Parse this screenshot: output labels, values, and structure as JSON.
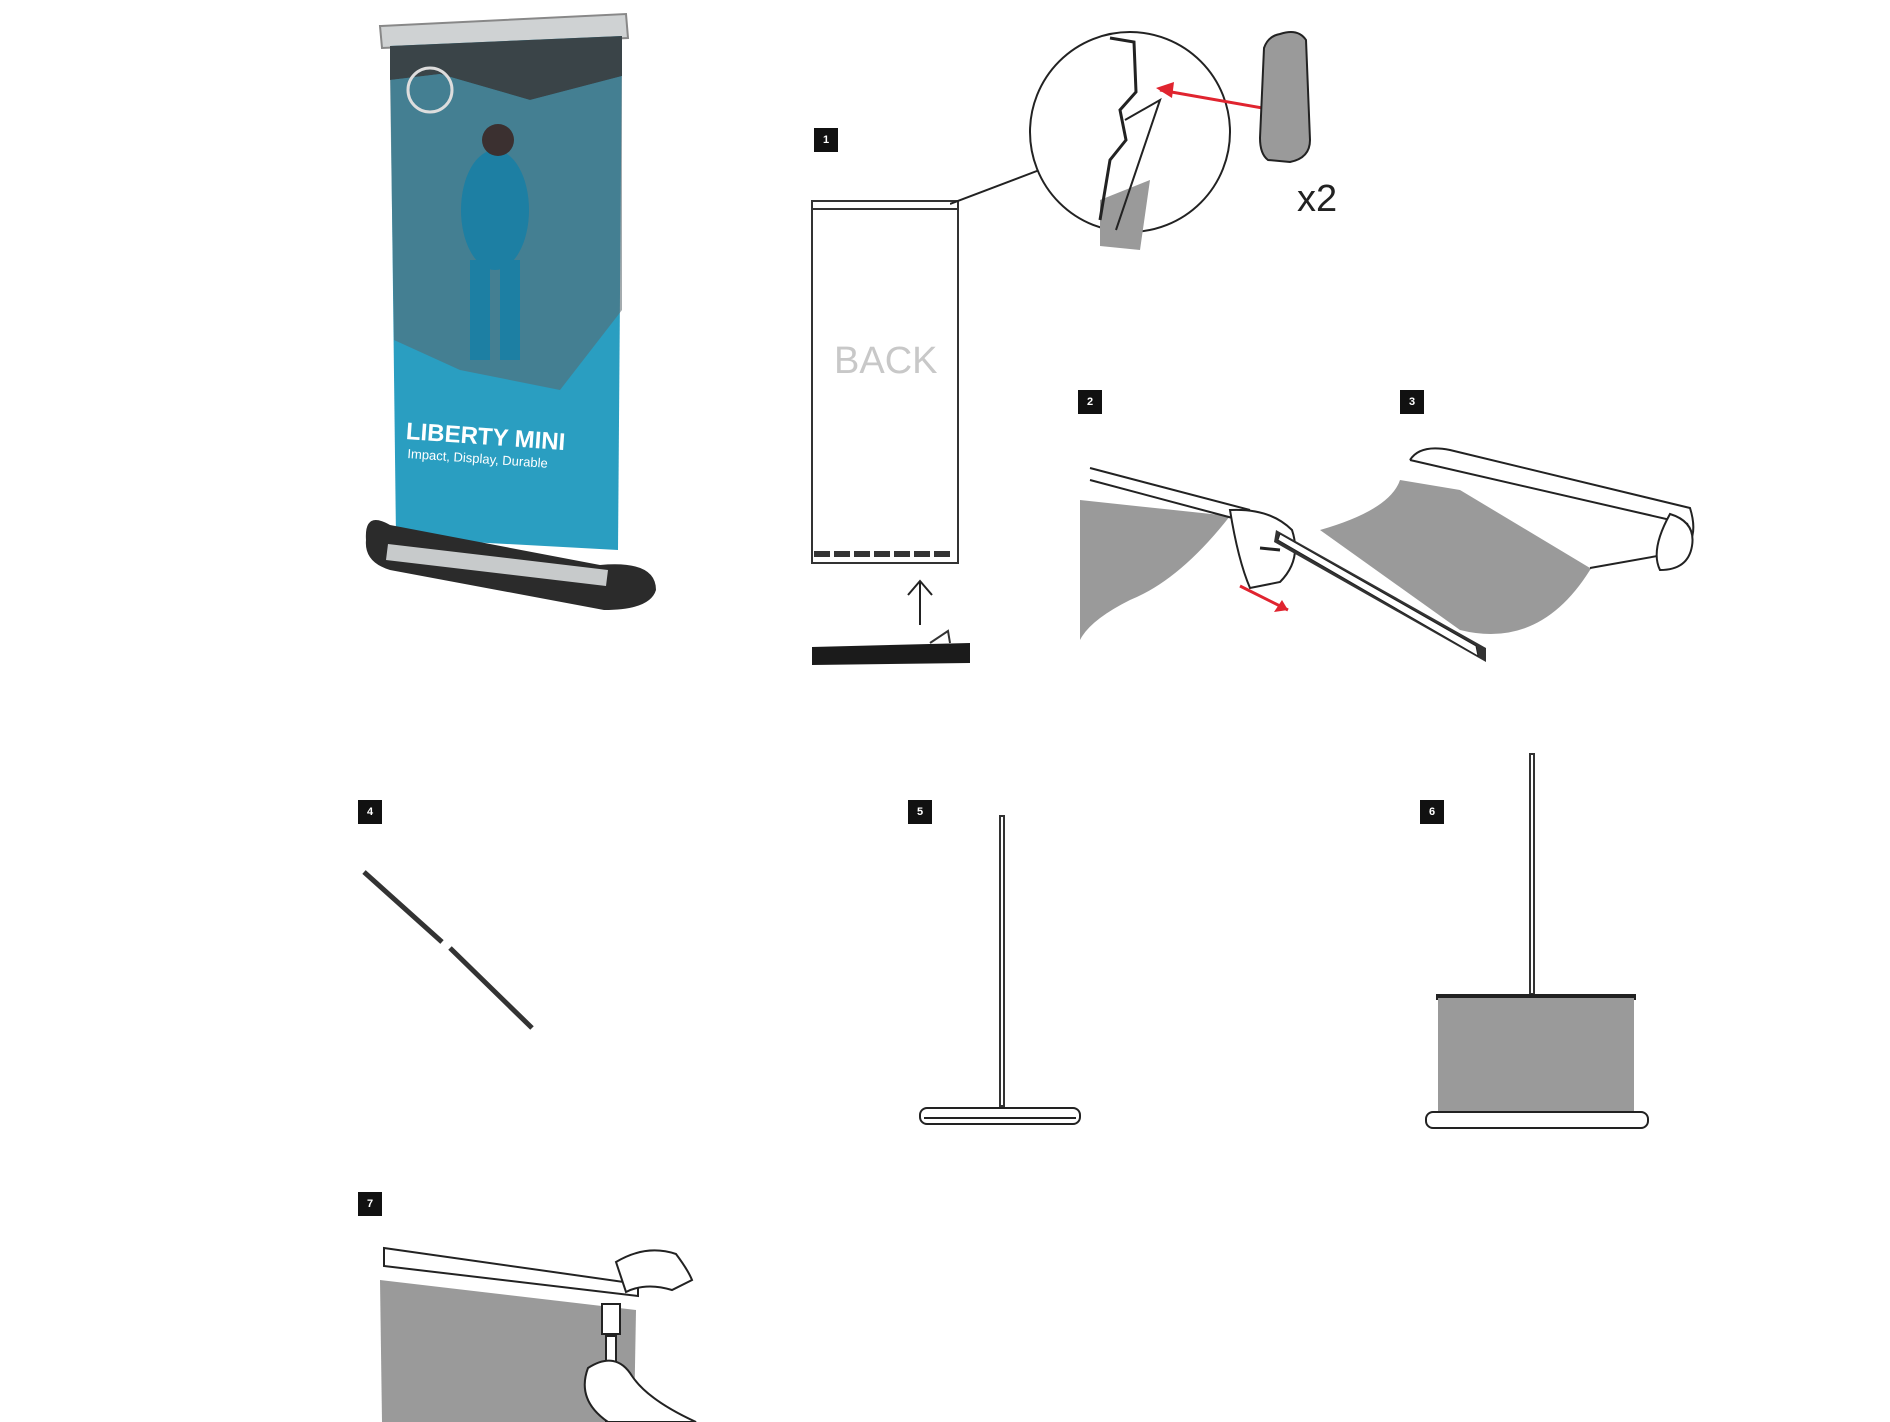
{
  "product": {
    "name": "LIBERTY MINI",
    "tagline": "Impact, Display, Durable"
  },
  "steps": [
    "1",
    "2",
    "3",
    "4",
    "5",
    "6",
    "7"
  ],
  "labels": {
    "back": "BACK",
    "quantity": "x2"
  },
  "colors": {
    "banner_blue": "#2a9ec1",
    "graphic_gray": "#9a9a9a",
    "arrow_red": "#e0242f",
    "step_badge": "#111111"
  }
}
